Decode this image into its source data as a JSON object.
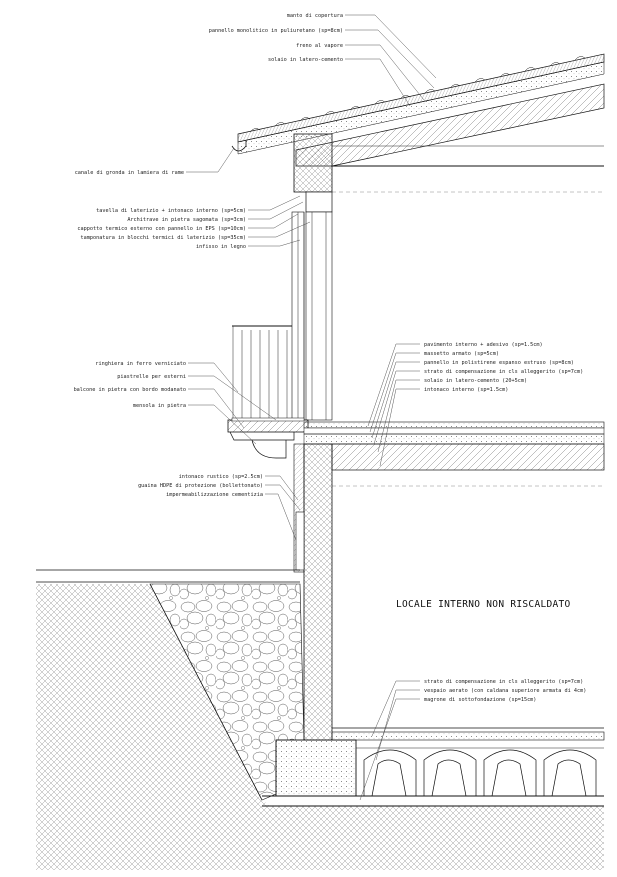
{
  "labels": {
    "manto": "manto di copertura",
    "pannello_pu": "pannello monolitico in puliuretano (sp=8cm)",
    "freno": "freno al vapore",
    "solaio_cop": "solaio in latero-cemento",
    "canale": "canale di gronda in lamiera di rame",
    "tavella": "tavella di laterizio + intonaco interno (sp=5cm)",
    "architrave": "Architrave in pietra sagomata (sp=3cm)",
    "cappotto": "cappotto termico esterno con pannello in EPS (sp=10cm)",
    "tamponatura": "tamponatura in blocchi termici di laterizio (sp=35cm)",
    "infisso": "infisso in legno",
    "ringhiera": "ringhiera in ferro verniciato",
    "piastrelle": "piastrelle per esterni",
    "balcone": "balcone in pietra con bordo modanato",
    "mensola": "mensola in pietra",
    "pavimento": "pavimento interno + adesivo (sp=1.5cm)",
    "massetto": "massetto armato (sp=5cm)",
    "pannello_xps": "pannello in polistirene espanso estruso (sp=8cm)",
    "strato_comp1": "strato di compensazione in cls alleggerito (sp=7cm)",
    "solaio_int": "solaio in latero-cemento (20+5cm)",
    "intonaco_int": "intonaco interno (sp=1.5cm)",
    "intonaco_rustico": "intonaco rustico (sp=2.5cm)",
    "guaina": "guaina HDPE di protezione (bollettonato)",
    "impermeabilizzazione": "impermeabilizzazione cementizia",
    "locale": "LOCALE INTERNO NON RISCALDATO",
    "strato_comp2": "strato di compensazione in cls alleggerito (sp=7cm)",
    "vespaio": "vespaio aerato (con caldana superiore armata di 4cm)",
    "magrone": "magrone di sottofondazione (sp=15cm)"
  },
  "colors": {
    "line": "#111111",
    "hatch": "#555555",
    "paper": "#ffffff"
  }
}
